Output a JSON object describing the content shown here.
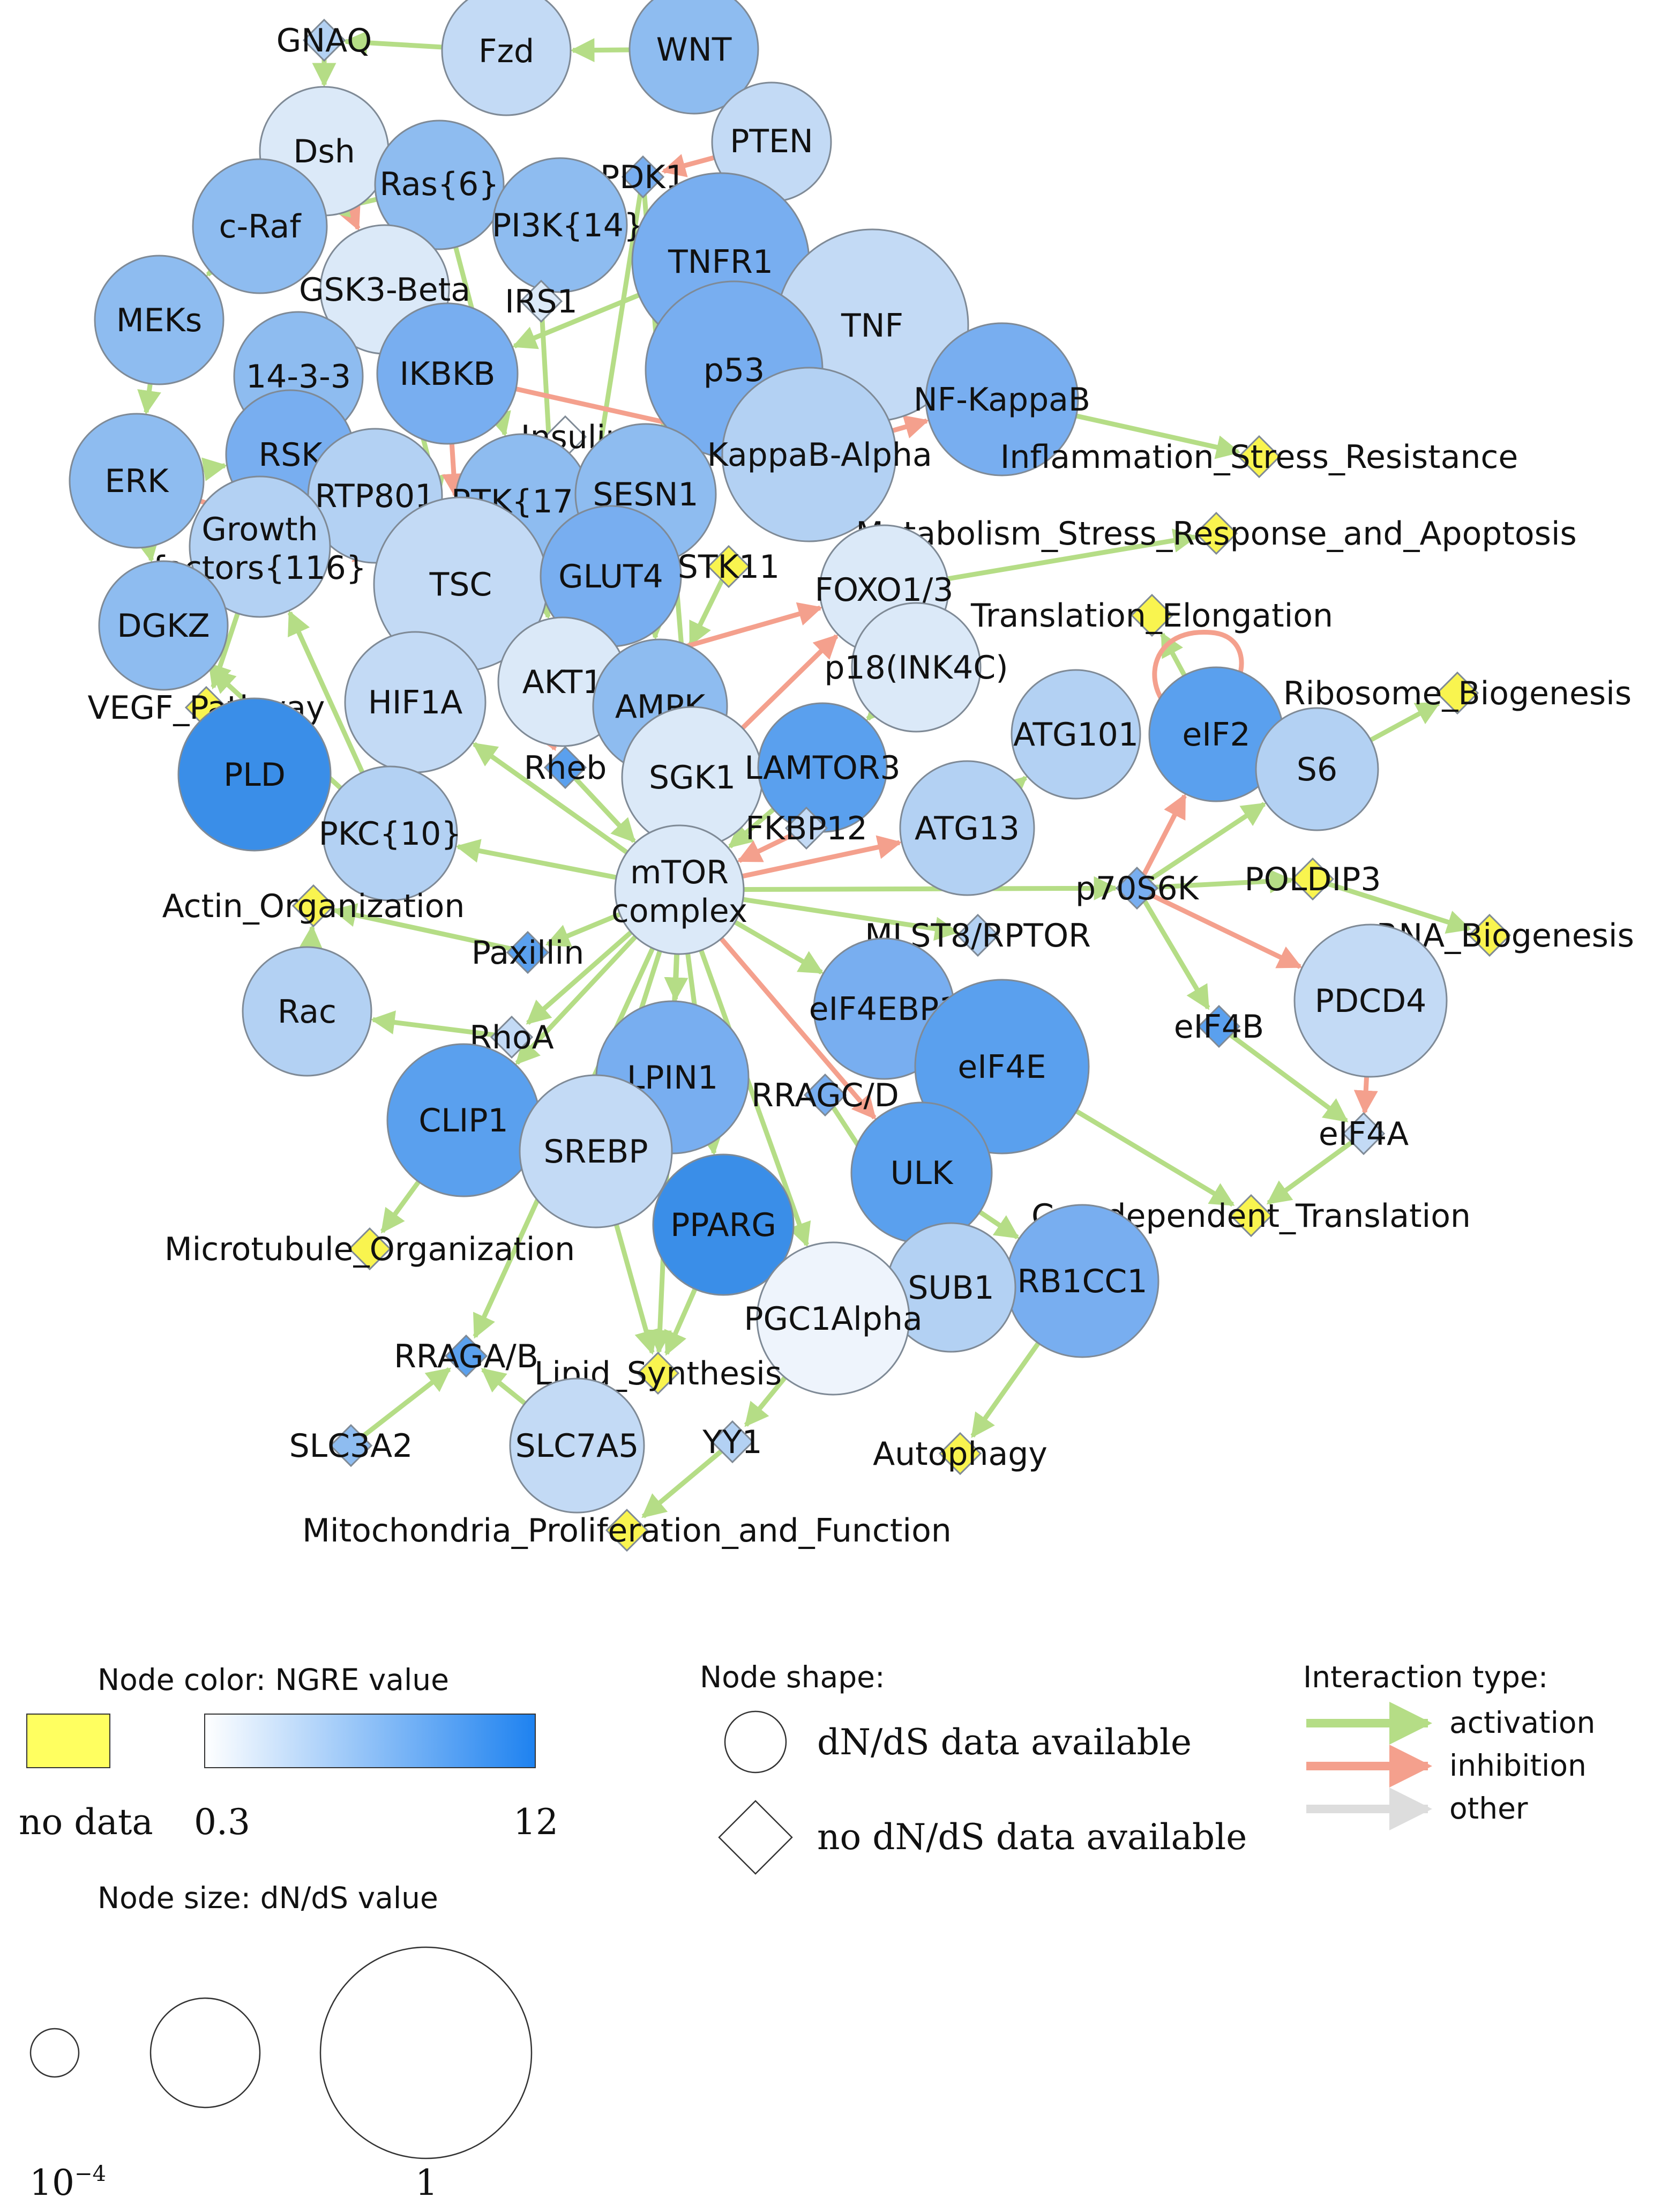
{
  "nodes": [
    {
      "id": "GNAQ",
      "label": "GNAQ",
      "shape": "diamond",
      "fill": "#b3d1f3"
    },
    {
      "id": "Fzd",
      "label": "Fzd",
      "shape": "circle",
      "fill": "#c3daf5",
      "size": 0.35
    },
    {
      "id": "WNT",
      "label": "WNT",
      "shape": "circle",
      "fill": "#8ebcf0",
      "size": 0.35
    },
    {
      "id": "Dsh",
      "label": "Dsh",
      "shape": "circle",
      "fill": "#dbe9f8",
      "size": 0.35
    },
    {
      "id": "PTEN",
      "label": "PTEN",
      "shape": "circle",
      "fill": "#c3daf5",
      "size": 0.3
    },
    {
      "id": "PDK1",
      "label": "PDK1",
      "shape": "diamond",
      "fill": "#78aef0"
    },
    {
      "id": "Ras",
      "label": "Ras{6}",
      "shape": "circle",
      "fill": "#8ebcf0",
      "size": 0.35
    },
    {
      "id": "PI3K",
      "label": "PI3K{14}",
      "shape": "circle",
      "fill": "#8ebcf0",
      "size": 0.38
    },
    {
      "id": "cRaf",
      "label": "c-Raf",
      "shape": "circle",
      "fill": "#8ebcf0",
      "size": 0.38
    },
    {
      "id": "GSK3",
      "label": "GSK3-Beta",
      "shape": "circle",
      "fill": "#dbe9f8",
      "size": 0.35
    },
    {
      "id": "IRS1",
      "label": "IRS1",
      "shape": "diamond",
      "fill": "#dbe9f8"
    },
    {
      "id": "TNFR1",
      "label": "TNFR1",
      "shape": "circle",
      "fill": "#78aef0",
      "size": 0.62
    },
    {
      "id": "TNF",
      "label": "TNF",
      "shape": "circle",
      "fill": "#c3daf5",
      "size": 0.7
    },
    {
      "id": "MEKs",
      "label": "MEKs",
      "shape": "circle",
      "fill": "#8ebcf0",
      "size": 0.35
    },
    {
      "id": "p53",
      "label": "p53",
      "shape": "circle",
      "fill": "#78aef0",
      "size": 0.62
    },
    {
      "id": "1433",
      "label": "14-3-3",
      "shape": "circle",
      "fill": "#8ebcf0",
      "size": 0.35
    },
    {
      "id": "IKBKB",
      "label": "IKBKB",
      "shape": "circle",
      "fill": "#78aef0",
      "size": 0.42
    },
    {
      "id": "NFKB",
      "label": "NF-KappaB",
      "shape": "circle",
      "fill": "#78aef0",
      "size": 0.48
    },
    {
      "id": "Insulin",
      "label": "Insulin",
      "shape": "diamond",
      "fill": "#ffffff"
    },
    {
      "id": "IKBA",
      "label": "I-KappaB-Alpha",
      "shape": "circle",
      "fill": "#b3d1f3",
      "size": 0.6
    },
    {
      "id": "Inflammation",
      "label": "Inflammation_Stress_Resistance",
      "shape": "diamond",
      "fill": "#f9f44f"
    },
    {
      "id": "ERK",
      "label": "ERK",
      "shape": "circle",
      "fill": "#8ebcf0",
      "size": 0.38
    },
    {
      "id": "RSK",
      "label": "RSK",
      "shape": "circle",
      "fill": "#78aef0",
      "size": 0.35
    },
    {
      "id": "RTP801",
      "label": "RTP801",
      "shape": "circle",
      "fill": "#b3d1f3",
      "size": 0.38
    },
    {
      "id": "RTK",
      "label": "RTK{17}",
      "shape": "circle",
      "fill": "#8ebcf0",
      "size": 0.38
    },
    {
      "id": "SESN1",
      "label": "SESN1",
      "shape": "circle",
      "fill": "#8ebcf0",
      "size": 0.42
    },
    {
      "id": "MetabolismStress",
      "label": "Metabolism_Stress_Response_and_Apoptosis",
      "shape": "diamond",
      "fill": "#f9f44f"
    },
    {
      "id": "Growth",
      "label": "Growth factors{116}",
      "shape": "circle",
      "fill": "#b3d1f3",
      "size": 0.42
    },
    {
      "id": "TSC",
      "label": "TSC",
      "shape": "circle",
      "fill": "#c3daf5",
      "size": 0.6
    },
    {
      "id": "GLUT4",
      "label": "GLUT4",
      "shape": "circle",
      "fill": "#78aef0",
      "size": 0.42
    },
    {
      "id": "STK11",
      "label": "STK11",
      "shape": "diamond",
      "fill": "#f9f44f"
    },
    {
      "id": "FOXO",
      "label": "FOXO1/3",
      "shape": "circle",
      "fill": "#dbe9f8",
      "size": 0.35
    },
    {
      "id": "TransElong",
      "label": "Translation_Elongation",
      "shape": "diamond",
      "fill": "#f9f44f"
    },
    {
      "id": "DGKZ",
      "label": "DGKZ",
      "shape": "circle",
      "fill": "#8ebcf0",
      "size": 0.35
    },
    {
      "id": "p18",
      "label": "p18(INK4C)",
      "shape": "circle",
      "fill": "#dbe9f8",
      "size": 0.35
    },
    {
      "id": "AKT1",
      "label": "AKT1",
      "shape": "circle",
      "fill": "#dbe9f8",
      "size": 0.35
    },
    {
      "id": "AMPK",
      "label": "AMPK",
      "shape": "circle",
      "fill": "#8ebcf0",
      "size": 0.38
    },
    {
      "id": "RiboBio",
      "label": "Ribosome_Biogenesis",
      "shape": "diamond",
      "fill": "#f9f44f"
    },
    {
      "id": "VEGF",
      "label": "VEGF_Pathway",
      "shape": "diamond",
      "fill": "#f9f44f"
    },
    {
      "id": "HIF1A",
      "label": "HIF1A",
      "shape": "circle",
      "fill": "#c3daf5",
      "size": 0.42
    },
    {
      "id": "eIF2",
      "label": "eIF2",
      "shape": "circle",
      "fill": "#5aa0ee",
      "size": 0.38
    },
    {
      "id": "ATG101",
      "label": "ATG101",
      "shape": "circle",
      "fill": "#b3d1f3",
      "size": 0.35
    },
    {
      "id": "S6",
      "label": "S6",
      "shape": "circle",
      "fill": "#b3d1f3",
      "size": 0.32
    },
    {
      "id": "PLD",
      "label": "PLD",
      "shape": "circle",
      "fill": "#3a8ee8",
      "size": 0.48
    },
    {
      "id": "Rheb",
      "label": "Rheb",
      "shape": "diamond",
      "fill": "#5aa0ee"
    },
    {
      "id": "SGK1",
      "label": "SGK1",
      "shape": "circle",
      "fill": "#dbe9f8",
      "size": 0.42
    },
    {
      "id": "LAMTOR3",
      "label": "LAMTOR3",
      "shape": "circle",
      "fill": "#5aa0ee",
      "size": 0.35
    },
    {
      "id": "FKBP12",
      "label": "FKBP12",
      "shape": "diamond",
      "fill": "#c3daf5"
    },
    {
      "id": "ATG13",
      "label": "ATG13",
      "shape": "circle",
      "fill": "#b3d1f3",
      "size": 0.38
    },
    {
      "id": "PKC",
      "label": "PKC{10}",
      "shape": "circle",
      "fill": "#b3d1f3",
      "size": 0.38
    },
    {
      "id": "POLDIP3",
      "label": "POLDIP3",
      "shape": "diamond",
      "fill": "#f9f44f"
    },
    {
      "id": "ActinOrg",
      "label": "Actin_Organization",
      "shape": "diamond",
      "fill": "#f9f44f"
    },
    {
      "id": "mTOR",
      "label": "mTOR complex",
      "shape": "circle",
      "fill": "#dbe9f8",
      "size": 0.35
    },
    {
      "id": "p70S6K",
      "label": "p70S6K",
      "shape": "diamond",
      "fill": "#78aef0"
    },
    {
      "id": "mRNABio",
      "label": "mRNA_Biogenesis",
      "shape": "diamond",
      "fill": "#f9f44f"
    },
    {
      "id": "Paxillin",
      "label": "Paxillin",
      "shape": "diamond",
      "fill": "#5aa0ee"
    },
    {
      "id": "MLST8",
      "label": "MLST8/RPTOR",
      "shape": "diamond",
      "fill": "#b3d1f3"
    },
    {
      "id": "Rac",
      "label": "Rac",
      "shape": "circle",
      "fill": "#b3d1f3",
      "size": 0.35
    },
    {
      "id": "eIF4EBP1",
      "label": "eIF4EBP1",
      "shape": "circle",
      "fill": "#78aef0",
      "size": 0.42
    },
    {
      "id": "PDCD4",
      "label": "PDCD4",
      "shape": "circle",
      "fill": "#c3daf5",
      "size": 0.48
    },
    {
      "id": "RhoA",
      "label": "RhoA",
      "shape": "diamond",
      "fill": "#c3daf5"
    },
    {
      "id": "eIF4B",
      "label": "eIF4B",
      "shape": "diamond",
      "fill": "#5aa0ee"
    },
    {
      "id": "eIF4E",
      "label": "eIF4E",
      "shape": "circle",
      "fill": "#5aa0ee",
      "size": 0.6
    },
    {
      "id": "LPIN1",
      "label": "LPIN1",
      "shape": "circle",
      "fill": "#78aef0",
      "size": 0.48
    },
    {
      "id": "RRAGCD",
      "label": "RRAGC/D",
      "shape": "diamond",
      "fill": "#78aef0"
    },
    {
      "id": "CLIP1",
      "label": "CLIP1",
      "shape": "circle",
      "fill": "#5aa0ee",
      "size": 0.48
    },
    {
      "id": "eIF4A",
      "label": "eIF4A",
      "shape": "diamond",
      "fill": "#c3daf5"
    },
    {
      "id": "SREBP",
      "label": "SREBP",
      "shape": "circle",
      "fill": "#c3daf5",
      "size": 0.48
    },
    {
      "id": "ULK",
      "label": "ULK",
      "shape": "circle",
      "fill": "#5aa0ee",
      "size": 0.42
    },
    {
      "id": "CapDep",
      "label": "Cap-dependent_Translation",
      "shape": "diamond",
      "fill": "#f9f44f"
    },
    {
      "id": "PPARG",
      "label": "PPARG",
      "shape": "circle",
      "fill": "#3a8ee8",
      "size": 0.42
    },
    {
      "id": "MicroOrg",
      "label": "Microtubule_Organization",
      "shape": "diamond",
      "fill": "#f9f44f"
    },
    {
      "id": "RB1CC1",
      "label": "RB1CC1",
      "shape": "circle",
      "fill": "#78aef0",
      "size": 0.48
    },
    {
      "id": "SUB1",
      "label": "SUB1",
      "shape": "circle",
      "fill": "#b3d1f3",
      "size": 0.35
    },
    {
      "id": "PGC1",
      "label": "PGC1Alpha",
      "shape": "circle",
      "fill": "#eef4fc",
      "size": 0.48
    },
    {
      "id": "RRAGAB",
      "label": "RRAGA/B",
      "shape": "diamond",
      "fill": "#5aa0ee"
    },
    {
      "id": "LipidSyn",
      "label": "Lipid_Synthesis",
      "shape": "diamond",
      "fill": "#f9f44f"
    },
    {
      "id": "SLC3A2",
      "label": "SLC3A2",
      "shape": "diamond",
      "fill": "#8ebcf0"
    },
    {
      "id": "SLC7A5",
      "label": "SLC7A5",
      "shape": "circle",
      "fill": "#c3daf5",
      "size": 0.38
    },
    {
      "id": "YY1",
      "label": "YY1",
      "shape": "diamond",
      "fill": "#b3d1f3"
    },
    {
      "id": "Autophagy",
      "label": "Autophagy",
      "shape": "diamond",
      "fill": "#f9f44f"
    },
    {
      "id": "Mito",
      "label": "Mitochondria_Proliferation_and_Function",
      "shape": "diamond",
      "fill": "#f9f44f"
    }
  ],
  "edges": [
    {
      "from": "WNT",
      "to": "Fzd",
      "type": "activation"
    },
    {
      "from": "Fzd",
      "to": "GNAQ",
      "type": "activation"
    },
    {
      "from": "GNAQ",
      "to": "Dsh",
      "type": "activation"
    },
    {
      "from": "Dsh",
      "to": "GSK3",
      "type": "inhibition"
    },
    {
      "from": "PTEN",
      "to": "PDK1",
      "type": "inhibition"
    },
    {
      "from": "PDK1",
      "to": "AKT1",
      "type": "activation"
    },
    {
      "from": "PDK1",
      "to": "SGK1",
      "type": "activation"
    },
    {
      "from": "Ras",
      "to": "cRaf",
      "type": "activation"
    },
    {
      "from": "Ras",
      "to": "RTK",
      "type": "activation"
    },
    {
      "from": "cRaf",
      "to": "MEKs",
      "type": "activation"
    },
    {
      "from": "MEKs",
      "to": "ERK",
      "type": "activation"
    },
    {
      "from": "ERK",
      "to": "RSK",
      "type": "activation"
    },
    {
      "from": "ERK",
      "to": "DGKZ",
      "type": "activation"
    },
    {
      "from": "ERK",
      "to": "TSC",
      "type": "inhibition"
    },
    {
      "from": "RSK",
      "to": "TSC",
      "type": "inhibition"
    },
    {
      "from": "1433",
      "to": "RTP801",
      "type": "inhibition"
    },
    {
      "from": "RTP801",
      "to": "TSC",
      "type": "activation"
    },
    {
      "from": "PI3K",
      "to": "IRS1",
      "type": "activation"
    },
    {
      "from": "IRS1",
      "to": "AKT1",
      "type": "activation"
    },
    {
      "from": "GSK3",
      "to": "TSC",
      "type": "activation"
    },
    {
      "from": "TNFR1",
      "to": "IKBKB",
      "type": "activation"
    },
    {
      "from": "TNF",
      "to": "TNFR1",
      "type": "activation"
    },
    {
      "from": "IKBKB",
      "to": "TSC",
      "type": "inhibition"
    },
    {
      "from": "IKBKB",
      "to": "IKBA",
      "type": "inhibition"
    },
    {
      "from": "IKBA",
      "to": "NFKB",
      "type": "inhibition"
    },
    {
      "from": "NFKB",
      "to": "Inflammation",
      "type": "activation"
    },
    {
      "from": "p53",
      "to": "SESN1",
      "type": "activation"
    },
    {
      "from": "SESN1",
      "to": "AMPK",
      "type": "activation"
    },
    {
      "from": "Insulin",
      "to": "RTK",
      "type": "activation"
    },
    {
      "from": "RTK",
      "to": "AKT1",
      "type": "activation"
    },
    {
      "from": "Growth",
      "to": "RTK",
      "type": "activation"
    },
    {
      "from": "Growth",
      "to": "VEGF",
      "type": "activation"
    },
    {
      "from": "AKT1",
      "to": "TSC",
      "type": "inhibition"
    },
    {
      "from": "AKT1",
      "to": "GLUT4",
      "type": "activation"
    },
    {
      "from": "AMPK",
      "to": "TSC",
      "type": "activation"
    },
    {
      "from": "STK11",
      "to": "AMPK",
      "type": "activation"
    },
    {
      "from": "SGK1",
      "to": "FOXO",
      "type": "inhibition"
    },
    {
      "from": "AKT1",
      "to": "FOXO",
      "type": "inhibition"
    },
    {
      "from": "FOXO",
      "to": "MetabolismStress",
      "type": "activation"
    },
    {
      "from": "TSC",
      "to": "Rheb",
      "type": "inhibition"
    },
    {
      "from": "Rheb",
      "to": "mTOR",
      "type": "activation"
    },
    {
      "from": "AMPK",
      "to": "mTOR",
      "type": "inhibition"
    },
    {
      "from": "p18",
      "to": "LAMTOR3",
      "type": "activation"
    },
    {
      "from": "LAMTOR3",
      "to": "mTOR",
      "type": "activation"
    },
    {
      "from": "FKBP12",
      "to": "mTOR",
      "type": "inhibition"
    },
    {
      "from": "mTOR",
      "to": "ATG13",
      "type": "inhibition"
    },
    {
      "from": "ATG13",
      "to": "ATG101",
      "type": "activation"
    },
    {
      "from": "mTOR",
      "to": "p70S6K",
      "type": "activation"
    },
    {
      "from": "mTOR",
      "to": "HIF1A",
      "type": "activation"
    },
    {
      "from": "PKC",
      "to": "DGKZ",
      "type": "activation"
    },
    {
      "from": "PKC",
      "to": "Growth",
      "type": "activation"
    },
    {
      "from": "mTOR",
      "to": "PKC",
      "type": "activation"
    },
    {
      "from": "mTOR",
      "to": "Paxillin",
      "type": "activation"
    },
    {
      "from": "Paxillin",
      "to": "ActinOrg",
      "type": "activation"
    },
    {
      "from": "Rac",
      "to": "ActinOrg",
      "type": "activation"
    },
    {
      "from": "mTOR",
      "to": "RhoA",
      "type": "activation"
    },
    {
      "from": "RhoA",
      "to": "Rac",
      "type": "activation"
    },
    {
      "from": "mTOR",
      "to": "MLST8",
      "type": "activation"
    },
    {
      "from": "mTOR",
      "to": "eIF4EBP1",
      "type": "activation"
    },
    {
      "from": "eIF4EBP1",
      "to": "eIF4E",
      "type": "activation"
    },
    {
      "from": "mTOR",
      "to": "CLIP1",
      "type": "activation"
    },
    {
      "from": "CLIP1",
      "to": "MicroOrg",
      "type": "activation"
    },
    {
      "from": "mTOR",
      "to": "LPIN1",
      "type": "activation"
    },
    {
      "from": "mTOR",
      "to": "SREBP",
      "type": "activation"
    },
    {
      "from": "mTOR",
      "to": "ULK",
      "type": "inhibition"
    },
    {
      "from": "mTOR",
      "to": "PGC1",
      "type": "activation"
    },
    {
      "from": "mTOR",
      "to": "PPARG",
      "type": "activation"
    },
    {
      "from": "mTOR",
      "to": "LipidSyn",
      "type": "activation"
    },
    {
      "from": "mTOR",
      "to": "RRAGAB",
      "type": "activation"
    },
    {
      "from": "RRAGCD",
      "to": "SUB1",
      "type": "activation"
    },
    {
      "from": "ULK",
      "to": "RB1CC1",
      "type": "activation"
    },
    {
      "from": "RB1CC1",
      "to": "Autophagy",
      "type": "activation"
    },
    {
      "from": "PPARG",
      "to": "LipidSyn",
      "type": "activation"
    },
    {
      "from": "SREBP",
      "to": "LipidSyn",
      "type": "activation"
    },
    {
      "from": "PGC1",
      "to": "YY1",
      "type": "activation"
    },
    {
      "from": "YY1",
      "to": "Mito",
      "type": "activation"
    },
    {
      "from": "SLC3A2",
      "to": "RRAGAB",
      "type": "activation"
    },
    {
      "from": "SLC7A5",
      "to": "RRAGAB",
      "type": "activation"
    },
    {
      "from": "p70S6K",
      "to": "eIF2",
      "type": "inhibition"
    },
    {
      "from": "eIF2",
      "to": "TransElong",
      "type": "activation"
    },
    {
      "from": "eIF2",
      "to": "eIF2",
      "type": "inhibition"
    },
    {
      "from": "p70S6K",
      "to": "S6",
      "type": "activation"
    },
    {
      "from": "S6",
      "to": "RiboBio",
      "type": "activation"
    },
    {
      "from": "p70S6K",
      "to": "POLDIP3",
      "type": "activation"
    },
    {
      "from": "POLDIP3",
      "to": "mRNABio",
      "type": "activation"
    },
    {
      "from": "p70S6K",
      "to": "eIF4B",
      "type": "activation"
    },
    {
      "from": "p70S6K",
      "to": "PDCD4",
      "type": "inhibition"
    },
    {
      "from": "PDCD4",
      "to": "eIF4A",
      "type": "inhibition"
    },
    {
      "from": "eIF4B",
      "to": "eIF4A",
      "type": "activation"
    },
    {
      "from": "eIF4A",
      "to": "CapDep",
      "type": "activation"
    },
    {
      "from": "eIF4E",
      "to": "CapDep",
      "type": "activation"
    },
    {
      "from": "PKC",
      "to": "HIF1A",
      "type": "activation"
    }
  ],
  "legend": {
    "color_title": "Node color: NGRE value",
    "no_data": "no data",
    "grad_min": "0.3",
    "grad_max": "12",
    "shape_title": "Node shape:",
    "shape_circle": "dN/dS data available",
    "shape_diamond": "no dN/dS data available",
    "interaction_title": "Interaction type:",
    "activation": "activation",
    "inhibition": "inhibition",
    "other": "other",
    "size_title": "Node size: dN/dS value",
    "size_min": "10",
    "size_min_exp": "−4",
    "size_max": "1",
    "colors": {
      "activation": "#b5dd86",
      "inhibition": "#f4a08d",
      "other": "#dddddd",
      "no_data": "#ffff60",
      "grad_low": "#ffffff",
      "grad_high": "#1e82f0"
    }
  }
}
